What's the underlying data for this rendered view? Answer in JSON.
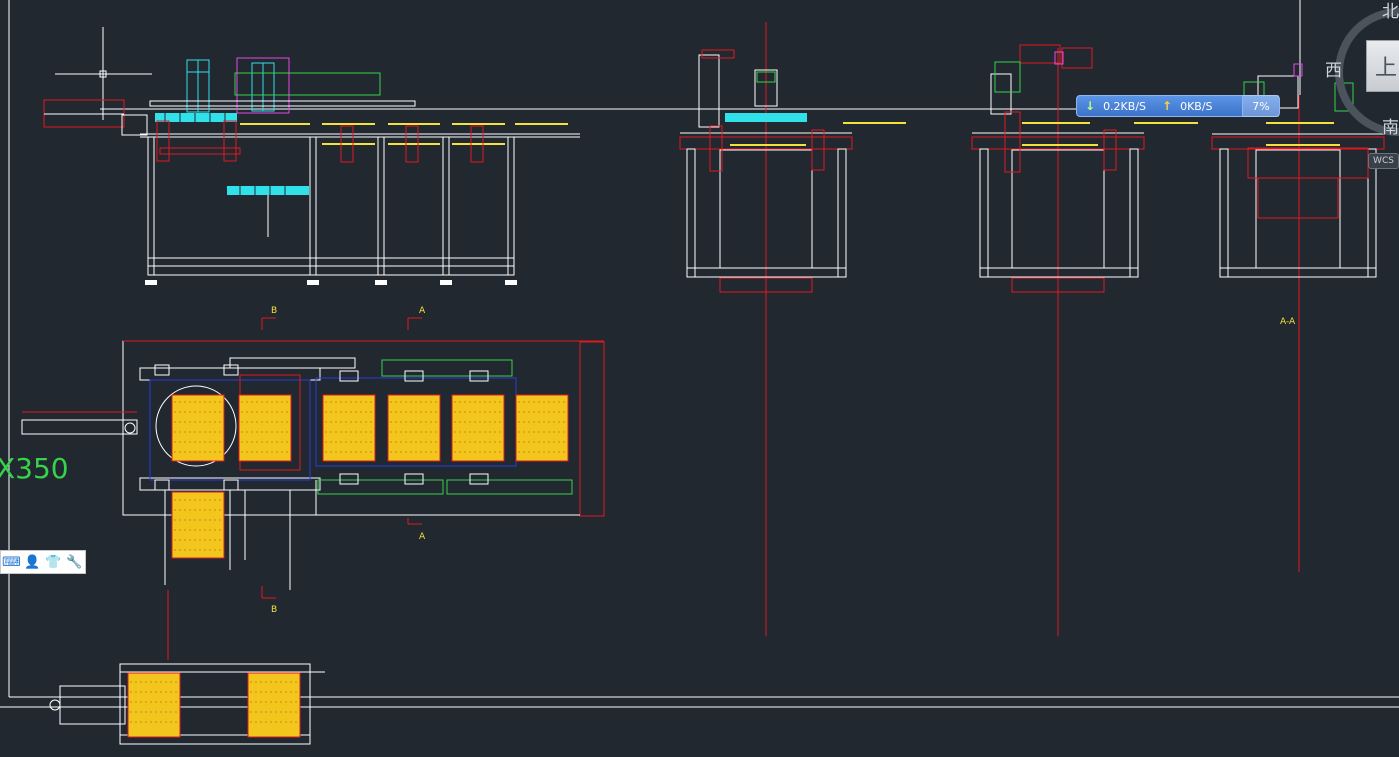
{
  "app": {
    "name": "AutoCAD drawing viewport"
  },
  "colors": {
    "background": "#212830",
    "frame": "#ffffff",
    "red": "#e0191f",
    "yellow": "#f4e23a",
    "cyan": "#31e1ea",
    "blue": "#2a3bd6",
    "green": "#36d24a",
    "magenta": "#e54ae5"
  },
  "drawing": {
    "section_labels": {
      "b_top": "B",
      "a_top": "A",
      "a_bottom": "A",
      "b_bottom": "B",
      "aa": "A-A"
    },
    "dimension_text": "X350"
  },
  "network_monitor": {
    "download": "0.2KB/S",
    "upload": "0KB/S",
    "percent": "7%"
  },
  "viewcube": {
    "north": "北",
    "west": "西",
    "south": "南",
    "top": "上",
    "wcs": "WCS"
  },
  "toolbar": {
    "icons": [
      "keyboard-icon",
      "user-card-icon",
      "shirt-icon",
      "wrench-icon"
    ]
  }
}
